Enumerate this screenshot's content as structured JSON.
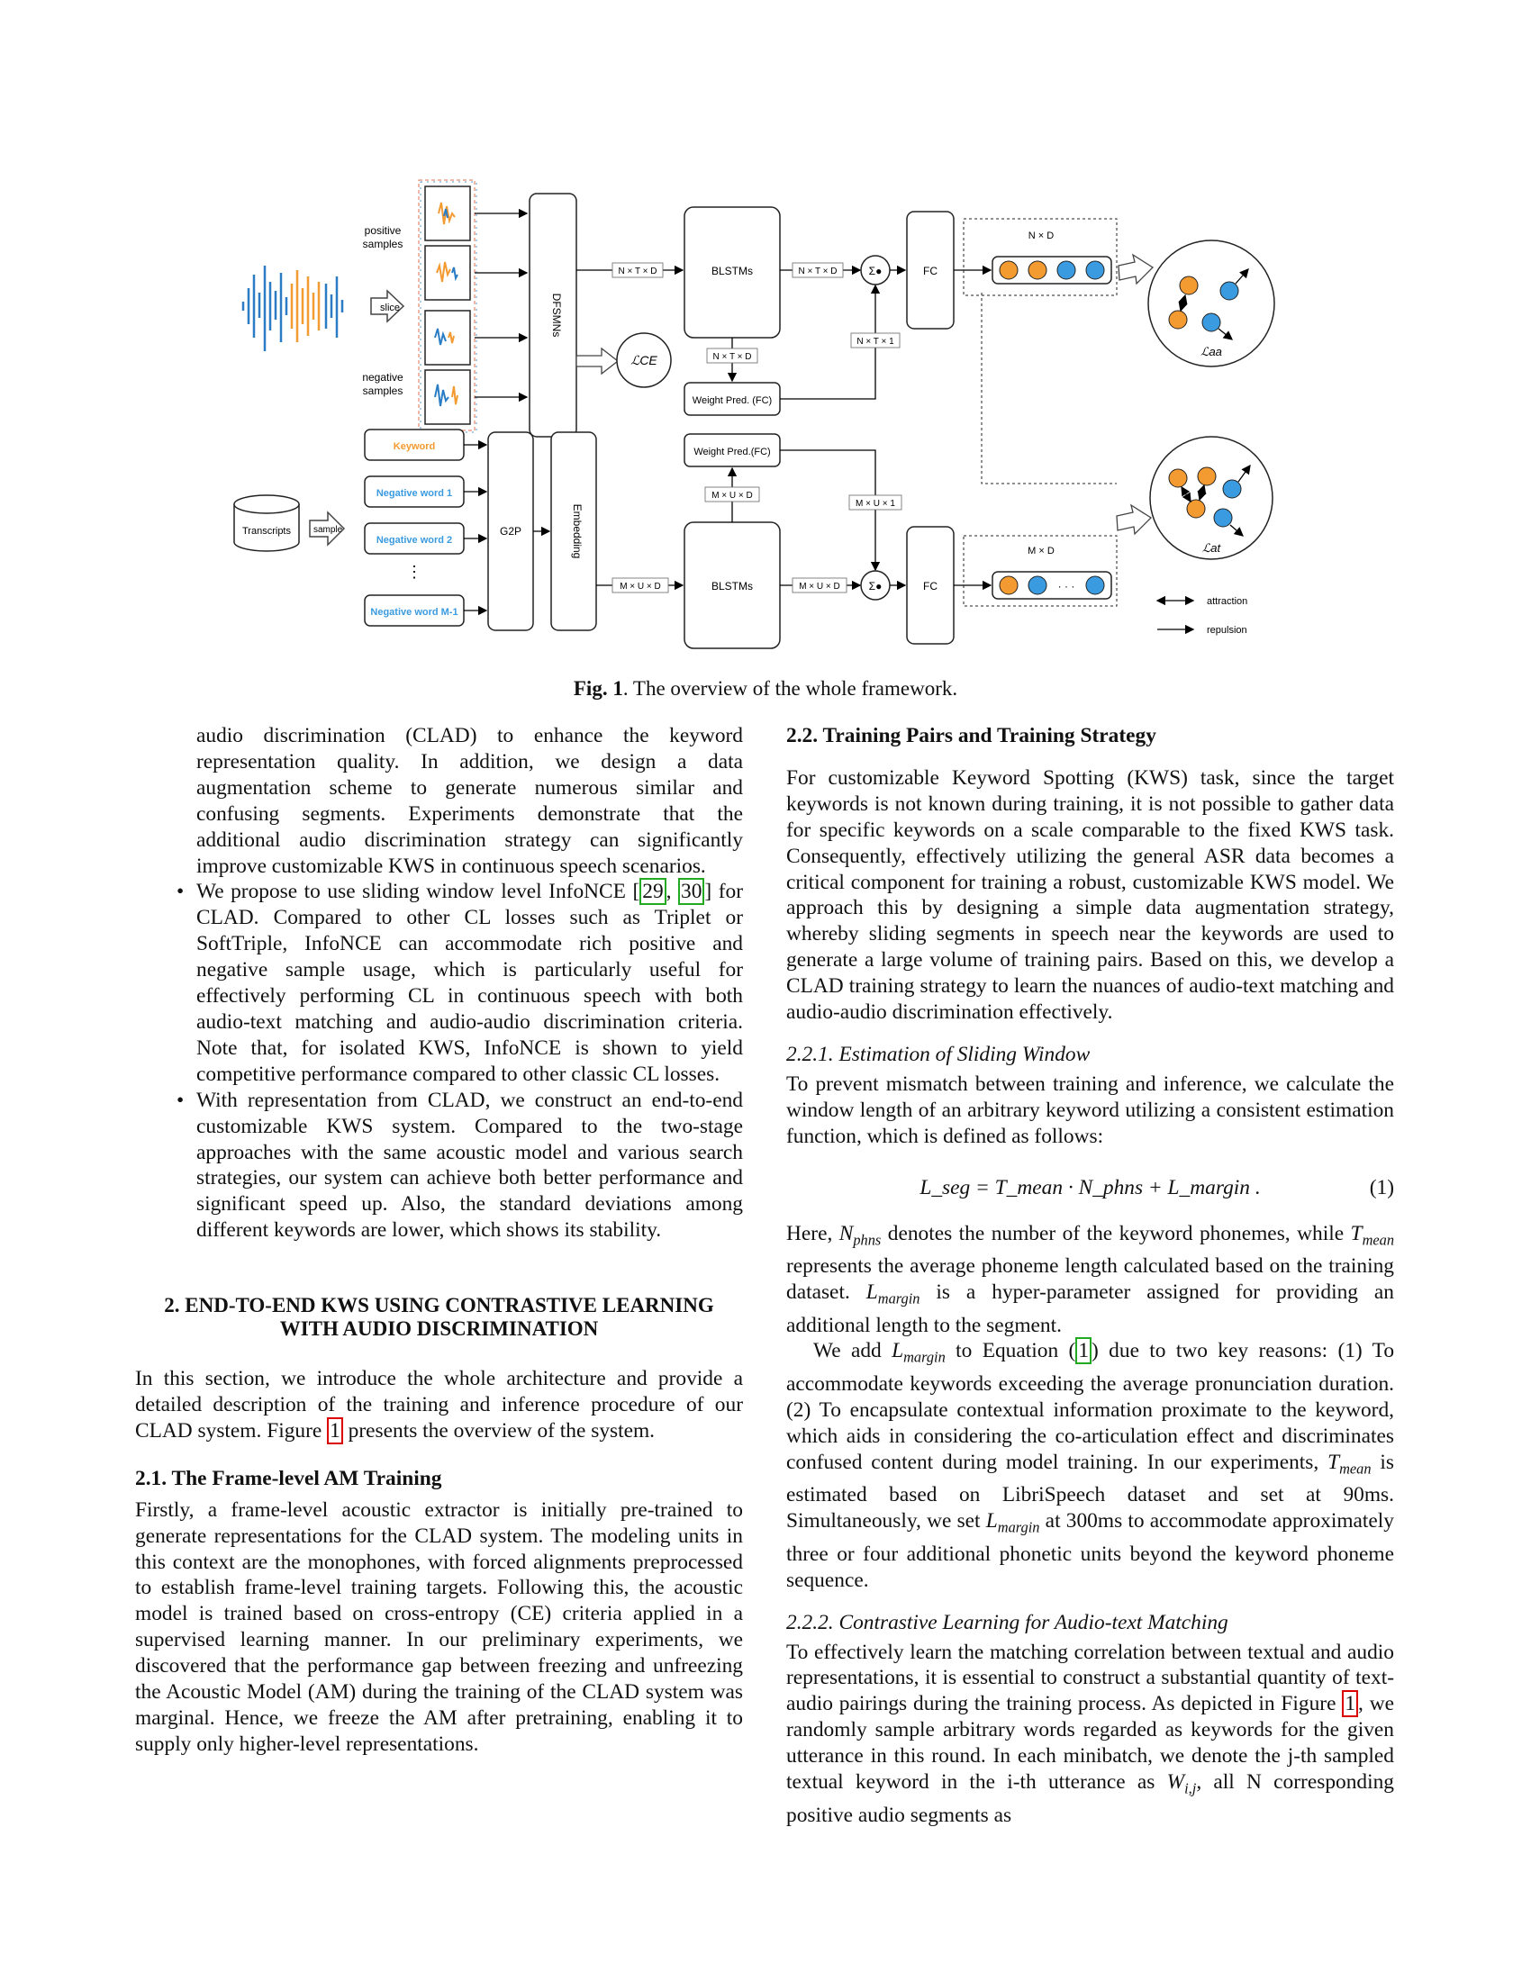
{
  "figure": {
    "positive_samples": [
      "positive",
      "samples"
    ],
    "negative_samples": [
      "negative",
      "samples"
    ],
    "slice": "slice",
    "dfsmn": "DFSMNs",
    "lce": "ℒCE",
    "ntd": "N × T × D",
    "nt1": "N × T × 1",
    "blstm": "BLSTMs",
    "fc": "FC",
    "sigma": "Σ●",
    "weight_pred_fc_top": "Weight Pred. (FC)",
    "weight_pred_fc_bottom": "Weight Pred.(FC)",
    "nd": "N × D",
    "md": "M × D",
    "mud": "M × U × D",
    "mu1": "M × U × 1",
    "laa": "ℒaa",
    "lat": "ℒat",
    "transcripts": "Transcripts",
    "sample": "sample",
    "keyword": "Keyword",
    "neg1": "Negative word 1",
    "neg2": "Negative word 2",
    "negm": "Negative word M-1",
    "ellipsis": "⋮",
    "g2p": "G2P",
    "embedding": "Embedding",
    "dots": "· · ·",
    "attraction": "attraction",
    "repulsion": "repulsion",
    "colors": {
      "orange": "#f39a30",
      "blue": "#3a9be0",
      "keyword": "#f39a30",
      "neg": "#3a9be0"
    }
  },
  "caption": {
    "label": "Fig. 1",
    "text": ". The overview of the whole framework."
  },
  "left": {
    "p0": "audio discrimination (CLAD) to enhance the keyword representation quality. In addition, we design a data augmentation scheme to generate numerous similar and confusing segments. Experiments demonstrate that the additional audio discrimination strategy can significantly improve customizable KWS in continuous speech scenarios.",
    "b1a": "We propose to use sliding window level InfoNCE ",
    "b1r1": "29",
    "b1r2": "30",
    "b1b": " for CLAD. Compared to other CL losses such as Triplet or SoftTriple, InfoNCE can accommodate rich positive and negative sample usage, which is particularly useful for effectively performing CL in continuous speech with both audio-text matching and audio-audio discrimination criteria. Note that, for isolated KWS, InfoNCE is shown to yield competitive performance compared to other classic CL losses.",
    "b2": "With representation from CLAD, we construct an end-to-end customizable KWS system. Compared to the two-stage approaches with the same acoustic model and various search strategies, our system can achieve both better performance and significant speed up. Also, the standard deviations among different keywords are lower, which shows its stability.",
    "sec2_l1": "2. END-TO-END KWS USING CONTRASTIVE LEARNING",
    "sec2_l2": "WITH AUDIO DISCRIMINATION",
    "p1a": "In this section, we introduce the whole architecture and provide a detailed description of the training and inference procedure of our CLAD system. Figure ",
    "p1r": "1",
    "p1b": " presents the overview of the system.",
    "h21": "2.1. The Frame-level AM Training",
    "p2": "Firstly, a frame-level acoustic extractor is initially pre-trained to generate representations for the CLAD system. The modeling units in this context are the monophones, with forced alignments preprocessed to establish frame-level training targets. Following this, the acoustic model is trained based on cross-entropy (CE) criteria applied in a supervised learning manner. In our preliminary experiments, we discovered that the performance gap between freezing and unfreezing the Acoustic Model (AM) during the training of the CLAD system was marginal. Hence, we freeze the AM after pretraining, enabling it to supply only higher-level representations."
  },
  "right": {
    "h22": "2.2. Training Pairs and Training Strategy",
    "p1": "For customizable Keyword Spotting (KWS) task, since the target keywords is not known during training, it is not possible to gather data for specific keywords on a scale comparable to the fixed KWS task. Consequently, effectively utilizing the general ASR data becomes a critical component for training a robust, customizable KWS model. We approach this by designing a simple data augmentation strategy, whereby sliding segments in speech near the keywords are used to generate a large volume of training pairs. Based on this, we develop a CLAD training strategy to learn the nuances of audio-text matching and audio-audio discrimination effectively.",
    "h221": "2.2.1. Estimation of Sliding Window",
    "p2": "To prevent mismatch between training and inference, we calculate the window length of an arbitrary keyword utilizing a consistent estimation function, which is defined as follows:",
    "eq": "L_seg = T_mean · N_phns + L_margin .",
    "eq_num": "(1)",
    "p3a": "Here, ",
    "p3b": " denotes the number of the keyword phonemes, while ",
    "p3c": " represents the average phoneme length calculated based on the training dataset. ",
    "p3d": " is a hyper-parameter assigned for providing an additional length to the segment.",
    "p4a": "We add ",
    "p4b": " to Equation ",
    "p4r": "1",
    "p4c": " due to two key reasons: (1) To accommodate keywords exceeding the average pronunciation duration. (2) To encapsulate contextual information proximate to the keyword, which aids in considering the co-articulation effect and discriminates confused content during model training. In our experiments, ",
    "p4d": " is estimated based on LibriSpeech dataset and set at 90ms. Simultaneously, we set ",
    "p4e": " at 300ms to accommodate approximately three or four additional phonetic units beyond the keyword phoneme sequence.",
    "h222": "2.2.2. Contrastive Learning for Audio-text Matching",
    "p5a": "To effectively learn the matching correlation between textual and audio representations, it is essential to construct a substantial quantity of text-audio pairings during the training process. As depicted in Figure ",
    "p5r": "1",
    "p5b": ", we randomly sample arbitrary words regarded as keywords for the given utterance in this round. In each minibatch, we denote the j-th sampled textual keyword in the i-th utterance as ",
    "p5c": ", all N corresponding positive audio segments as",
    "sym": {
      "N": "N",
      "phns": "phns",
      "T": "T",
      "mean": "mean",
      "L": "L",
      "margin": "margin",
      "seg": "seg",
      "W": "W",
      "ij": "i,j"
    }
  }
}
